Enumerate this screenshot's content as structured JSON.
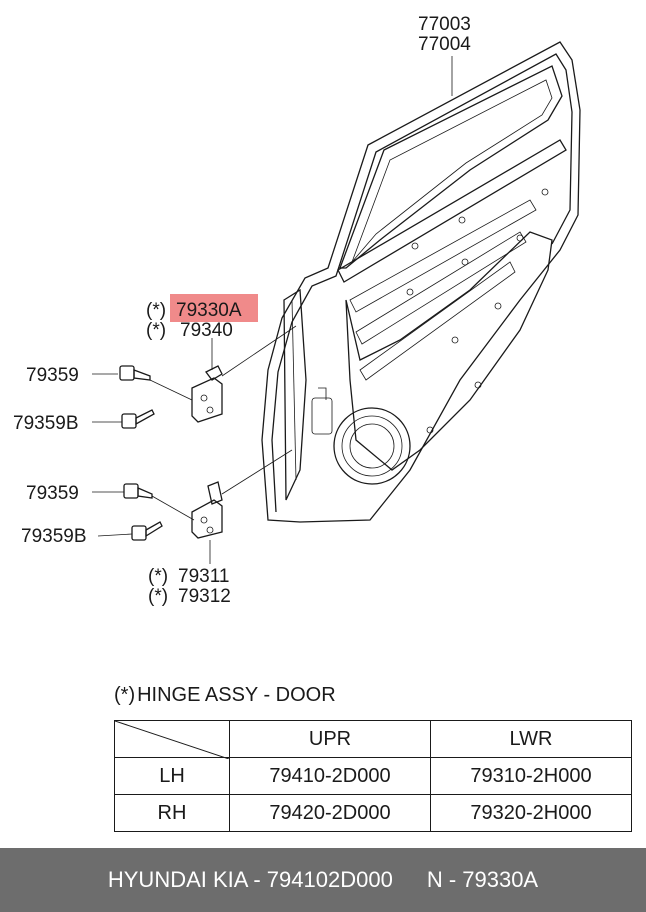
{
  "callouts": {
    "c77003": "77003",
    "c77004": "77004",
    "c79330a": "79330A",
    "c79340": "79340",
    "c79359_top": "79359",
    "c79359b_top": "79359B",
    "c79359_bottom": "79359",
    "c79359b_bottom": "79359B",
    "c79311": "79311",
    "c79312": "79312",
    "star": "(*)"
  },
  "highlight_color": "#f08a8a",
  "table": {
    "title": "HINGE ASSY - DOOR",
    "title_mark": "(*)",
    "headers": [
      "UPR",
      "LWR"
    ],
    "rows": [
      {
        "side": "LH",
        "upr": "79410-2D000",
        "lwr": "79310-2H000"
      },
      {
        "side": "RH",
        "upr": "79420-2D000",
        "lwr": "79320-2H000"
      }
    ]
  },
  "footer": {
    "brand": "HYUNDAI  KIA - 794102D000",
    "number": "N - 79330A"
  }
}
